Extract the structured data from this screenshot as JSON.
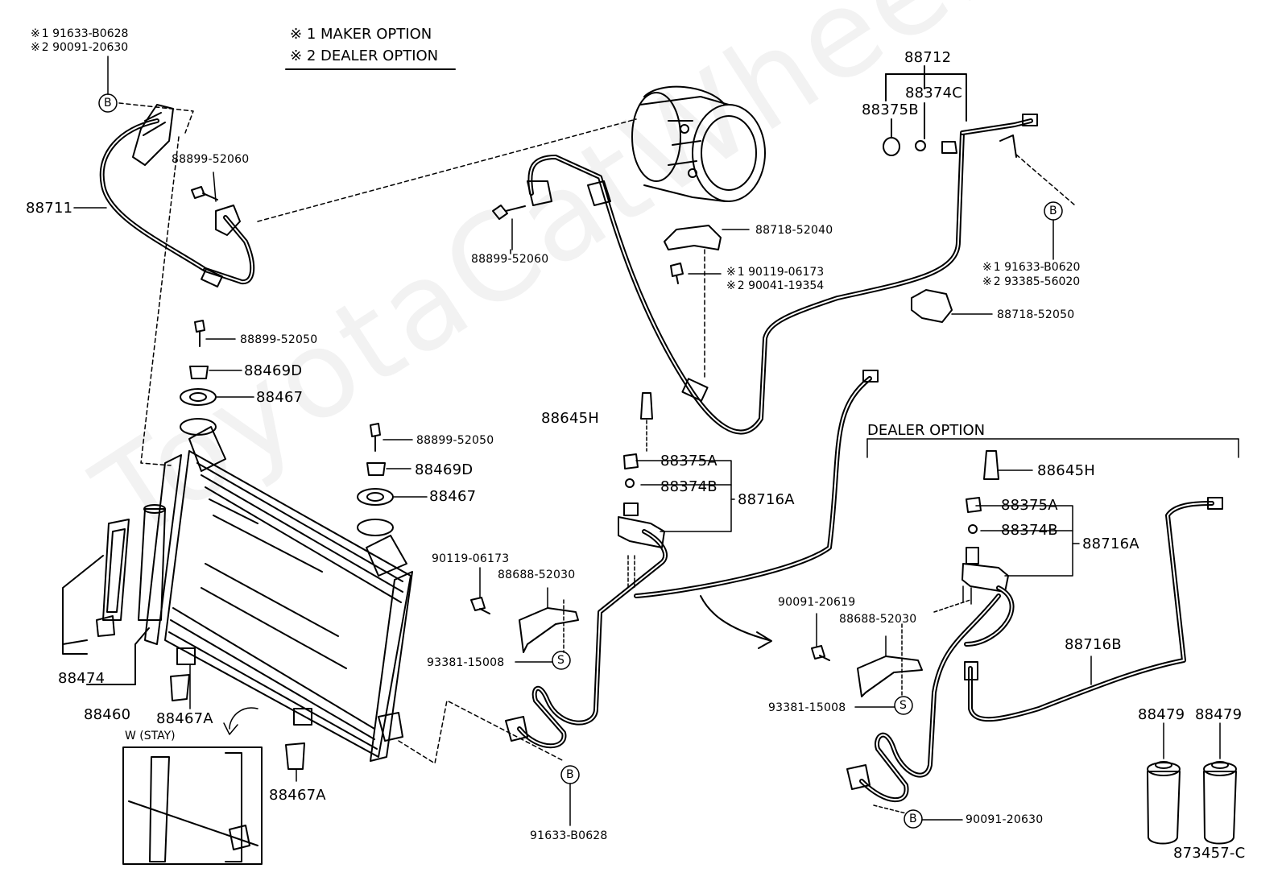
{
  "watermark": "ToyotaCatWheel.ru",
  "legend": {
    "maker": "MAKER OPTION",
    "dealer": "DEALER OPTION",
    "mark": "※"
  },
  "notes": {
    "tl1": "1  91633-B0628",
    "tl2": "2  90091-20630",
    "mid1": "1  90119-06173",
    "mid2": "2  90041-19354",
    "r1": "1  91633-B0620",
    "r2": "2  93385-56020"
  },
  "dealer_option_header": "DEALER OPTION",
  "inset_title": "W (STAY)",
  "diagram_id": "873457-C",
  "labels": {
    "p88711": "88711",
    "p88899_52060_a": "88899-52060",
    "p88899_52060_b": "88899-52060",
    "p88899_52050_a": "88899-52050",
    "p88469D_a": "88469D",
    "p88467_a": "88467",
    "p88899_52050_b": "88899-52050",
    "p88469D_b": "88469D",
    "p88467_b": "88467",
    "p88474": "88474",
    "p88460": "88460",
    "p88467A_a": "88467A",
    "p88467A_b": "88467A",
    "p88712": "88712",
    "p88374C": "88374C",
    "p88375B": "88375B",
    "p88718_52040": "88718-52040",
    "p88718_52050": "88718-52050",
    "p88645H_a": "88645H",
    "p88375A_a": "88375A",
    "p88374B_a": "88374B",
    "p88716A_a": "88716A",
    "p90119_06173": "90119-06173",
    "p88688_52030_a": "88688-52030",
    "p93381_15008_a": "93381-15008",
    "p91633_B0628": "91633-B0628",
    "p88645H_b": "88645H",
    "p88375A_b": "88375A",
    "p88374B_b": "88374B",
    "p88716A_b": "88716A",
    "p90091_20619": "90091-20619",
    "p88688_52030_b": "88688-52030",
    "p93381_15008_b": "93381-15008",
    "p88716B": "88716B",
    "p88479_a": "88479",
    "p88479_b": "88479",
    "p90091_20630": "90091-20630"
  },
  "markers": {
    "B": "B",
    "S": "S"
  }
}
